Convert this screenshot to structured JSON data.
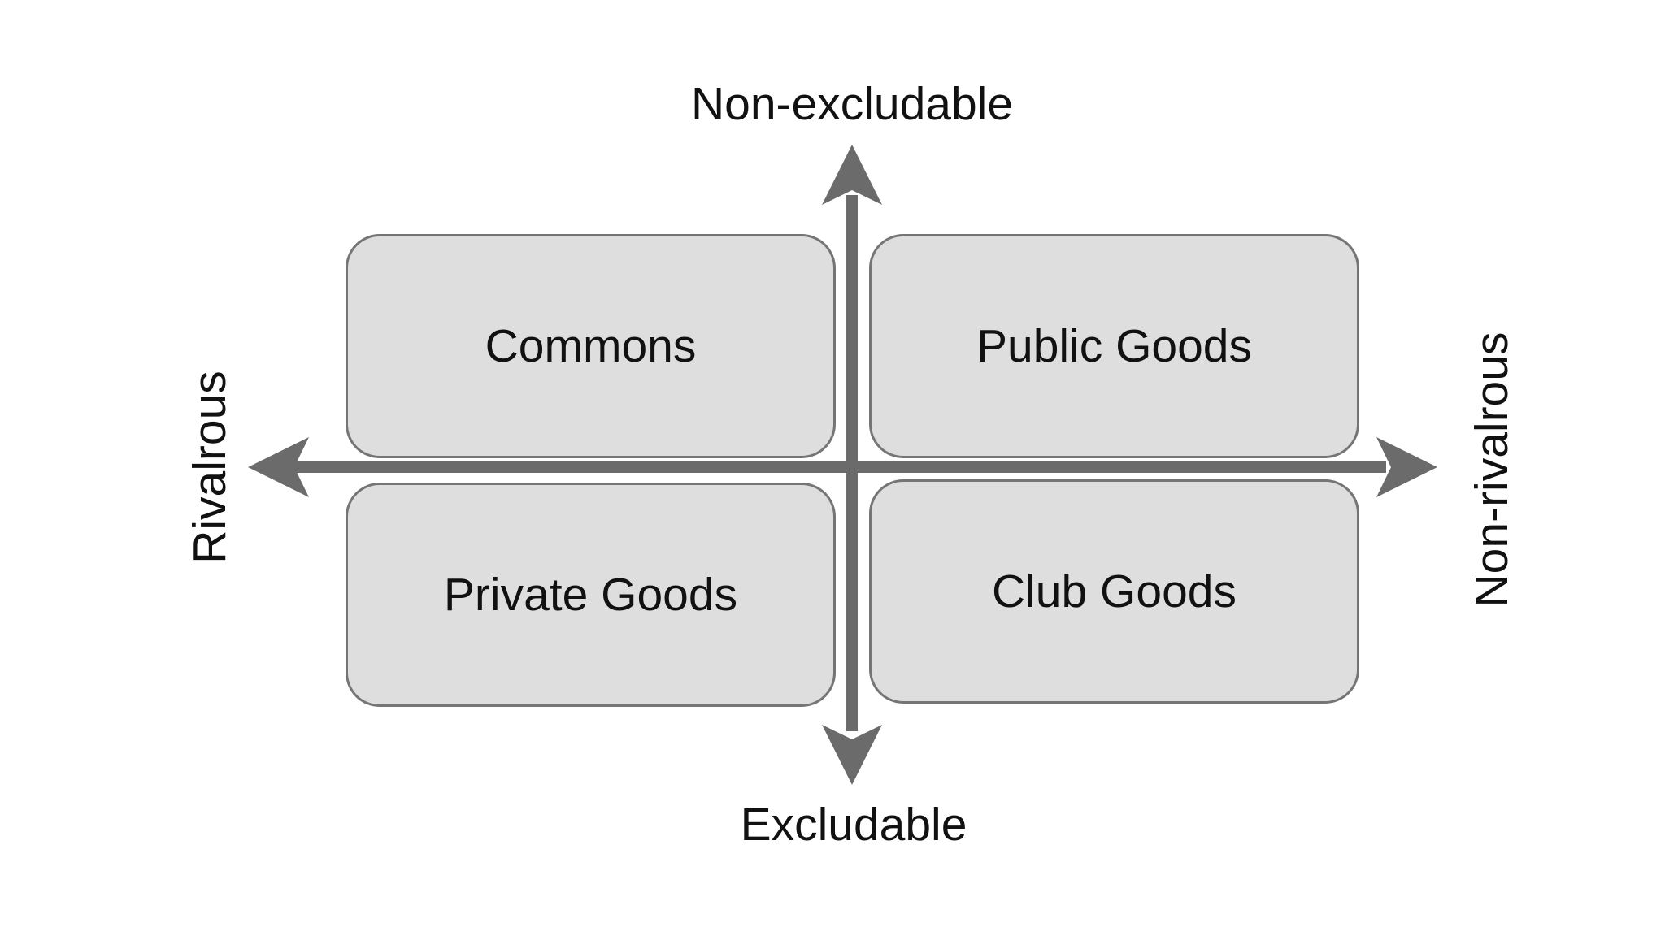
{
  "diagram": {
    "axes": {
      "top": "Non-excludable",
      "bottom": "Excludable",
      "left": "Rivalrous",
      "right": "Non-rivalrous"
    },
    "quadrants": {
      "top_left": "Commons",
      "top_right": "Public Goods",
      "bottom_left": "Private Goods",
      "bottom_right": "Club Goods"
    }
  },
  "colors": {
    "box_fill": "#dedede",
    "box_border": "#757575",
    "arrow": "#6b6b6b",
    "text": "#111111"
  }
}
